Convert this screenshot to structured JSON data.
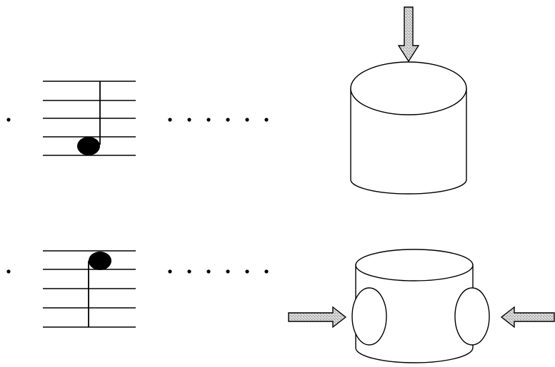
{
  "diagram": {
    "rows": [
      {
        "id": "top",
        "note": {
          "stem": "up",
          "position": "fourth-line-from-top"
        },
        "cylinder": {
          "type": "compressed-from-top",
          "arrows": [
            "down"
          ]
        }
      },
      {
        "id": "bottom",
        "note": {
          "stem": "down",
          "position": "top-line"
        },
        "cylinder": {
          "type": "compressed-from-sides",
          "arrows": [
            "right",
            "left"
          ]
        }
      }
    ]
  },
  "colors": {
    "ink": "#000000",
    "arrow_fill": "#c8c8c8",
    "background": "#ffffff"
  }
}
